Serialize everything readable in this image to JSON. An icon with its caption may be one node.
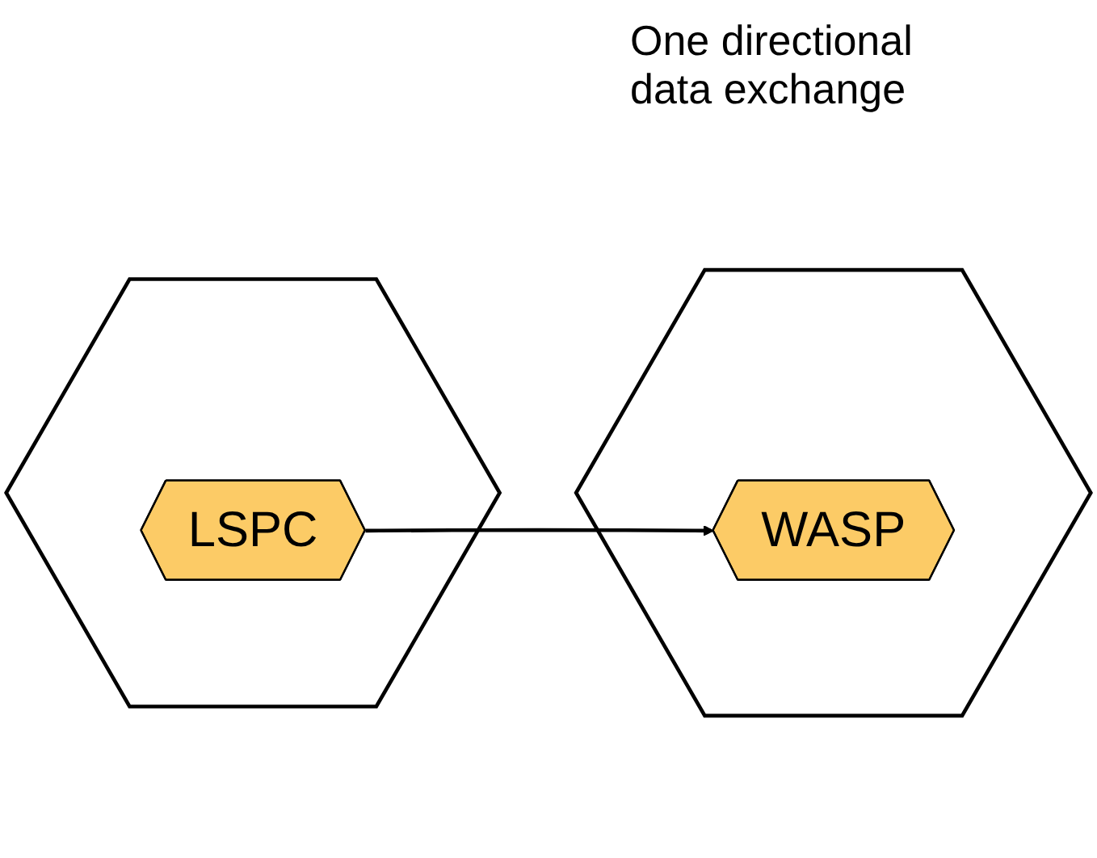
{
  "diagram": {
    "nodes": [
      {
        "text": [],
        "shape": "hexagon"
      },
      {
        "text": [
          "LSPC"
        ],
        "in": 0
      },
      {
        "text": [],
        "shape": "hexagon"
      },
      {
        "text": [
          "WASP"
        ],
        "in": 2
      }
    ],
    "edges": [
      {
        "from": 1,
        "to": 3,
        "arrow": "to"
      }
    ],
    "labels": [
      "One directional data exchange"
    ]
  }
}
